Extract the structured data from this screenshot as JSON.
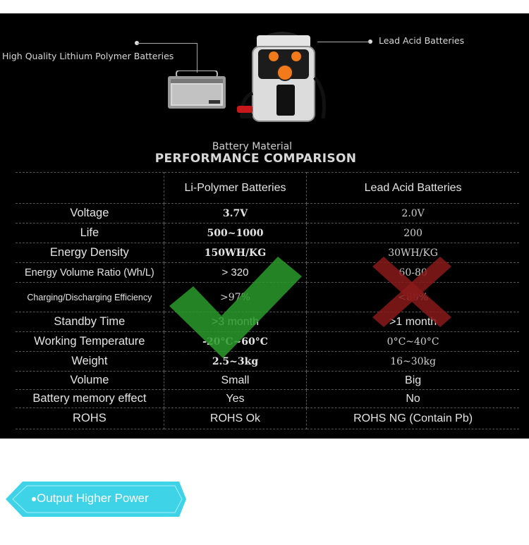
{
  "callouts": {
    "left": "High Quality Lithium Polymer Batteries",
    "right": "Lead Acid Batteries"
  },
  "title": {
    "line1": "Battery Material",
    "line2": "PERFORMANCE COMPARISON"
  },
  "table": {
    "headers": [
      "",
      "Li-Polymer Batteries",
      "Lead Acid Batteries"
    ],
    "rows": [
      [
        "Voltage",
        "3.7V",
        "2.0V"
      ],
      [
        "Life",
        "500~1000",
        "200"
      ],
      [
        "Energy Density",
        "150WH/KG",
        "30WH/KG"
      ],
      [
        "Energy Volume Ratio (Wh/L)",
        "> 320",
        "60-80"
      ],
      [
        "Charging/Discharging Efficiency",
        ">97%",
        "<80%"
      ],
      [
        "Standby Time",
        ">3 month",
        ">1 month"
      ],
      [
        "Working Temperature",
        "-20°C~60°C",
        "0°C~40°C"
      ],
      [
        "Weight",
        "2.5~3kg",
        "16~30kg"
      ],
      [
        "Volume",
        "Small",
        "Big"
      ],
      [
        "Battery memory effect",
        "Yes",
        "No"
      ],
      [
        "ROHS",
        "ROHS Ok",
        "ROHS  NG (Contain Pb)"
      ]
    ]
  },
  "marks": {
    "check_color": "#2a9a2a",
    "cross_color": "#8a1a1a"
  },
  "banner": {
    "label": "Output Higher Power",
    "color": "#3fd3e8"
  }
}
